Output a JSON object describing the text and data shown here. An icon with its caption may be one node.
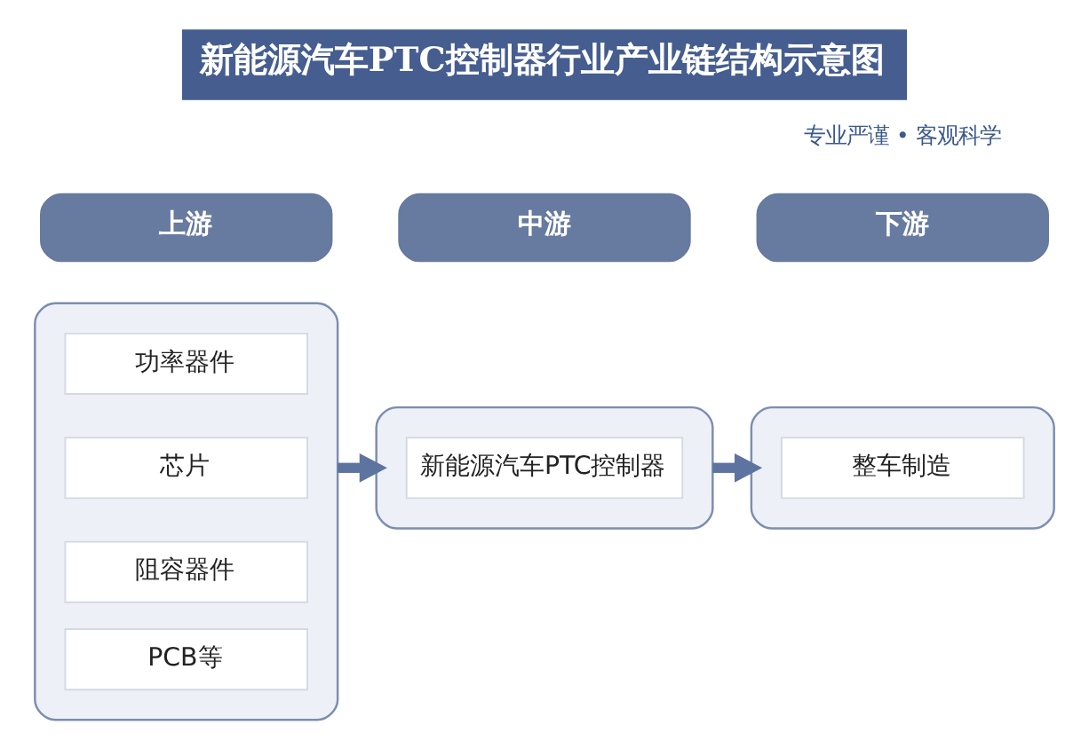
{
  "diagram": {
    "title": "新能源汽车PTC控制器行业产业链结构示意图",
    "nodes": [
      {
        "text": [
          "上游"
        ]
      },
      {
        "text": [
          "中游"
        ]
      },
      {
        "text": [
          "下游"
        ]
      },
      {
        "text": [],
        "shape": "box"
      },
      {
        "text": [
          "功率器件"
        ],
        "in": 3
      },
      {
        "text": [
          "芯片"
        ],
        "in": 3
      },
      {
        "text": [
          "阻容器件"
        ],
        "in": 3
      },
      {
        "text": [
          "PCB等"
        ],
        "in": 3
      },
      {
        "text": [],
        "shape": "box"
      },
      {
        "text": [
          "新能源汽车PTC控制器"
        ],
        "in": 8
      },
      {
        "text": [],
        "shape": "box"
      },
      {
        "text": [
          "整车制造"
        ],
        "in": 10
      }
    ],
    "edges": [
      {
        "from": 3,
        "to": 8,
        "arrow": "to"
      },
      {
        "from": 8,
        "to": 10,
        "arrow": "to"
      }
    ],
    "labels": [
      "专业严谨 • 客观科学"
    ]
  }
}
